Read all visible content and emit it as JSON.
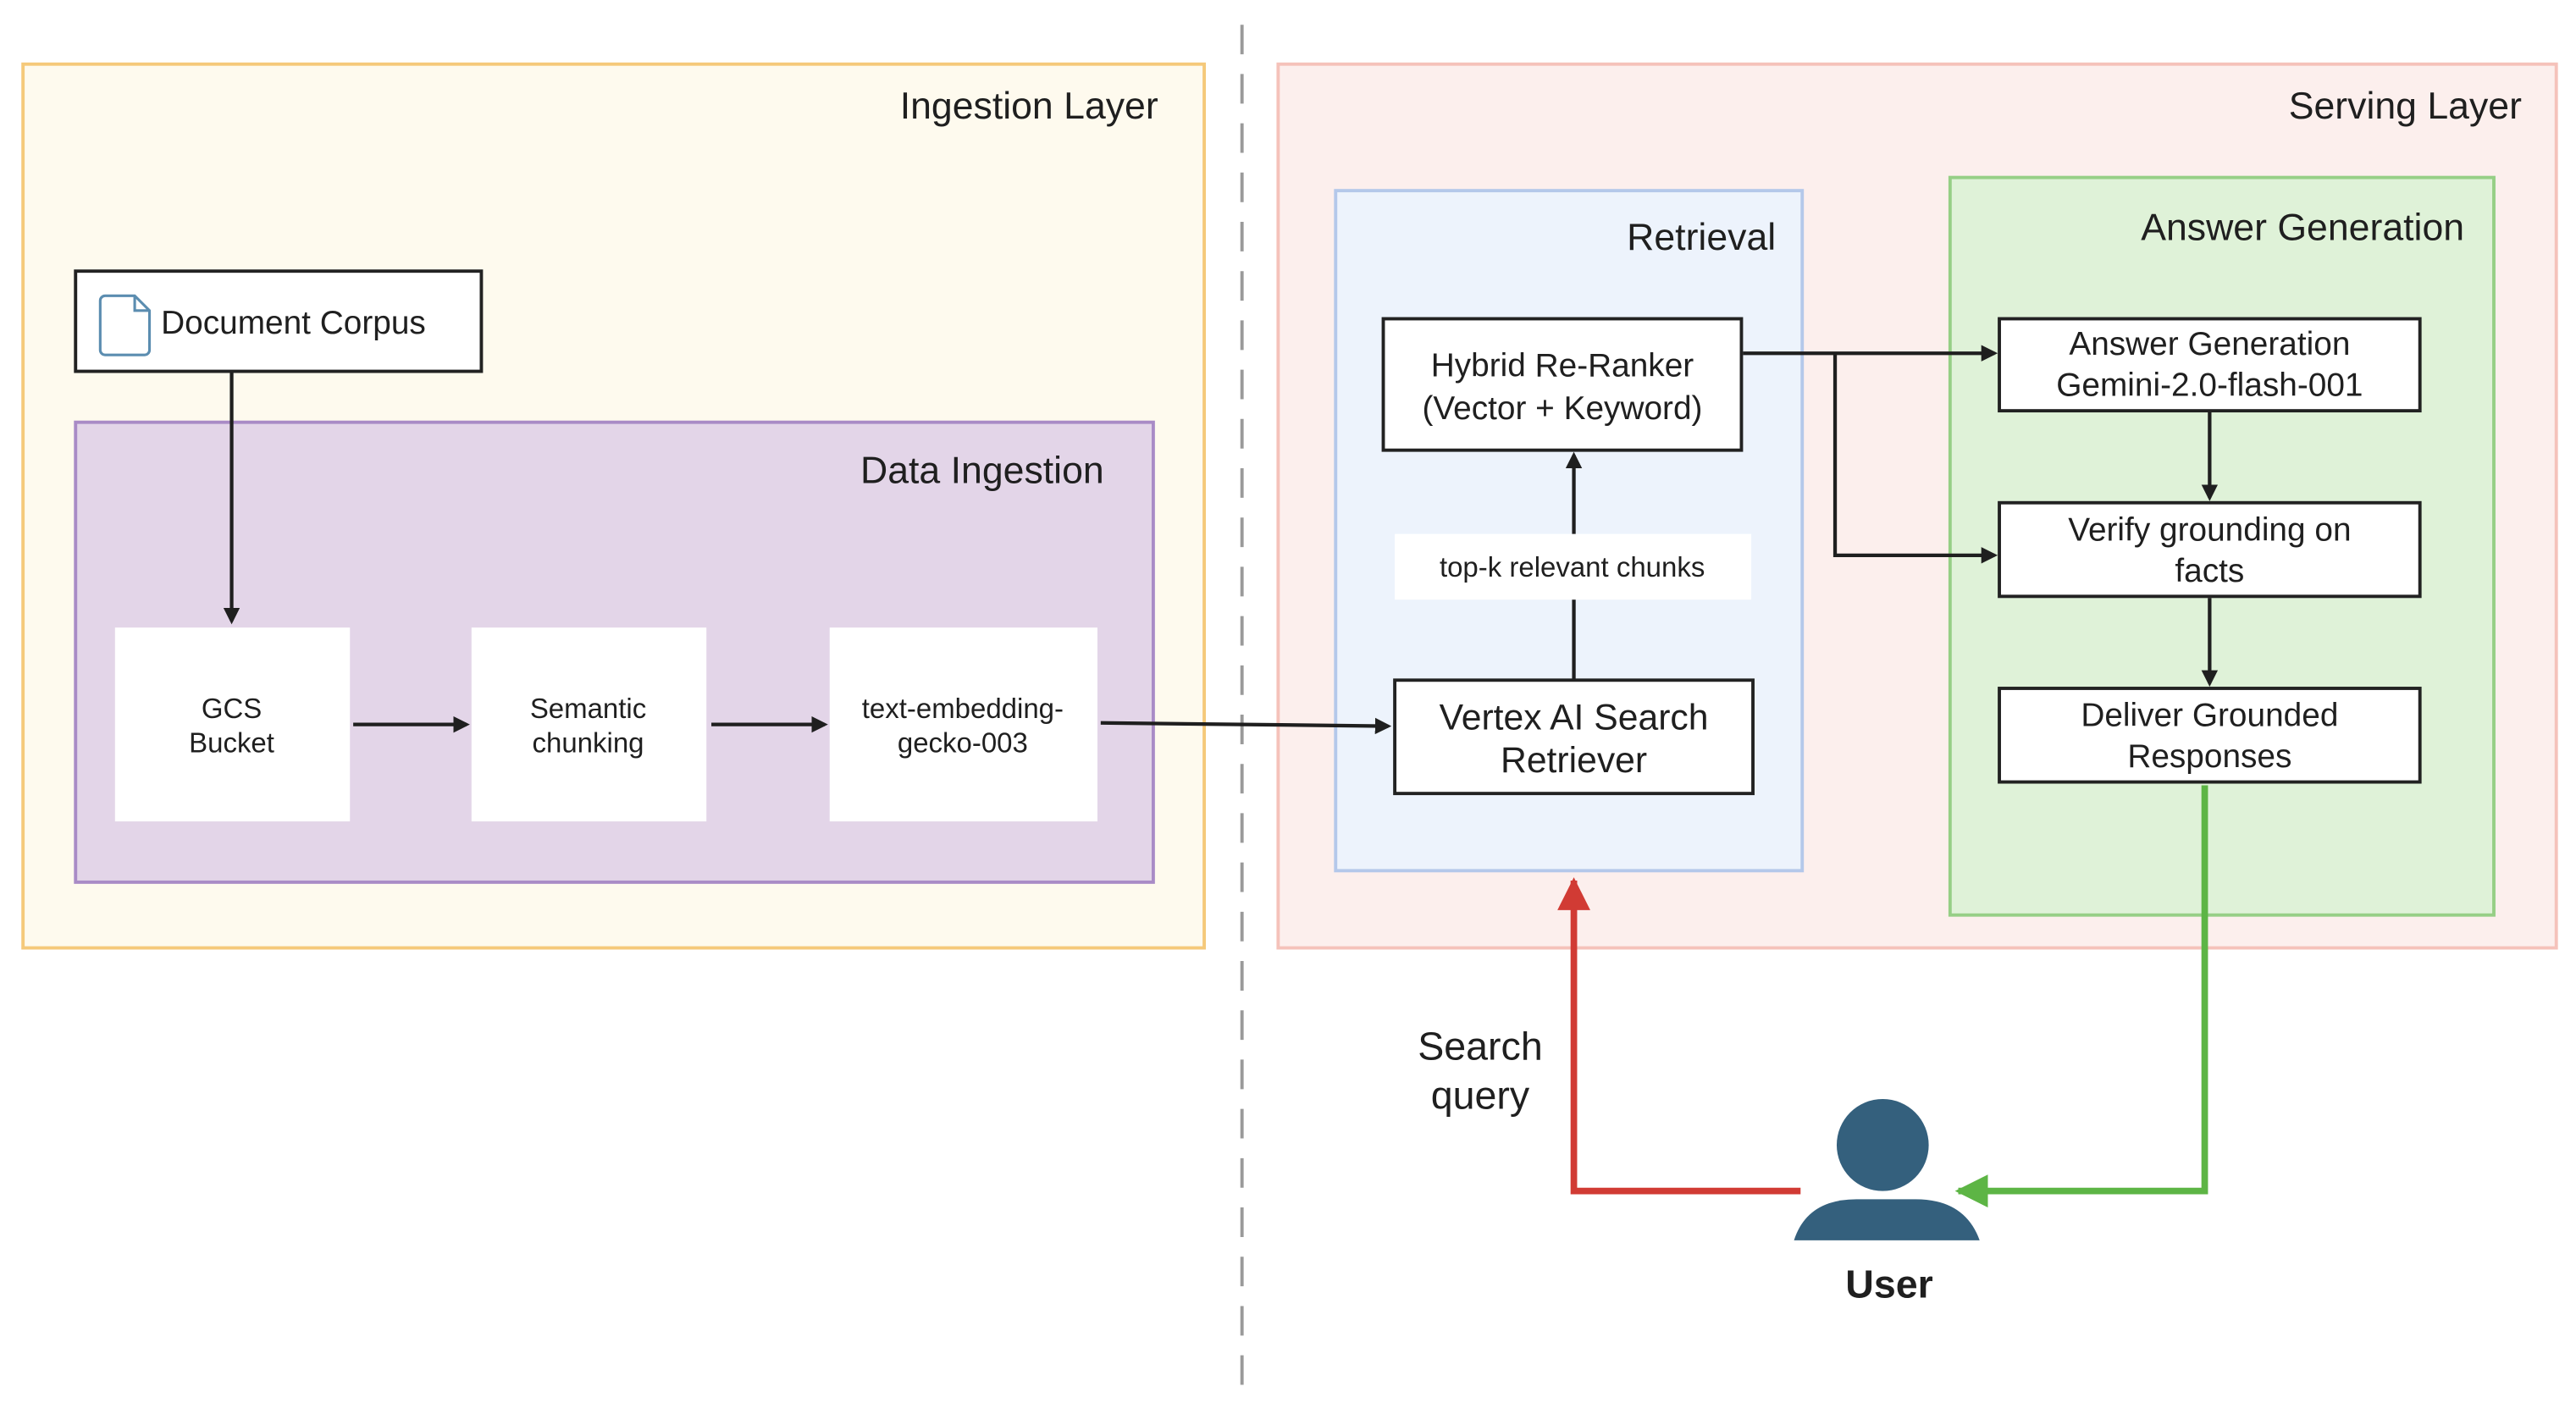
{
  "colors": {
    "ingestion_fill": "#fefaee",
    "ingestion_stroke": "#f5c97a",
    "data_ingestion_fill": "#e3d5e8",
    "data_ingestion_stroke": "#a98bc6",
    "serving_fill": "#fcefed",
    "serving_stroke": "#f5c2ba",
    "retrieval_fill": "#edf3fc",
    "retrieval_stroke": "#b4c8ea",
    "answer_fill": "#dff2d8",
    "answer_stroke": "#96cf86",
    "query_arrow": "#d13b34",
    "response_arrow": "#5db545",
    "user_icon": "#34607d"
  },
  "ingestion_layer": {
    "title": "Ingestion Layer",
    "document_corpus": {
      "label": "Document Corpus",
      "icon": "document-icon"
    },
    "data_ingestion": {
      "title": "Data Ingestion",
      "steps": [
        {
          "line1": "GCS",
          "line2": "Bucket"
        },
        {
          "line1": "Semantic",
          "line2": "chunking"
        },
        {
          "line1": "text-embedding-",
          "line2": "gecko-003"
        }
      ]
    }
  },
  "serving_layer": {
    "title": "Serving Layer",
    "retrieval": {
      "title": "Retrieval",
      "reranker": {
        "line1": "Hybrid Re-Ranker",
        "line2": "(Vector + Keyword)"
      },
      "chunks_label": "top-k relevant chunks",
      "retriever": {
        "line1": "Vertex AI Search",
        "line2": "Retriever"
      }
    },
    "answer_generation": {
      "title": "Answer Generation",
      "steps": [
        {
          "line1": "Answer Generation",
          "line2": "Gemini-2.0-flash-001"
        },
        {
          "line1": "Verify grounding on",
          "line2": "facts"
        },
        {
          "line1": "Deliver Grounded",
          "line2": "Responses"
        }
      ]
    }
  },
  "user": {
    "label": "User",
    "icon": "user-icon"
  },
  "query_label": {
    "line1": "Search",
    "line2": "query"
  }
}
